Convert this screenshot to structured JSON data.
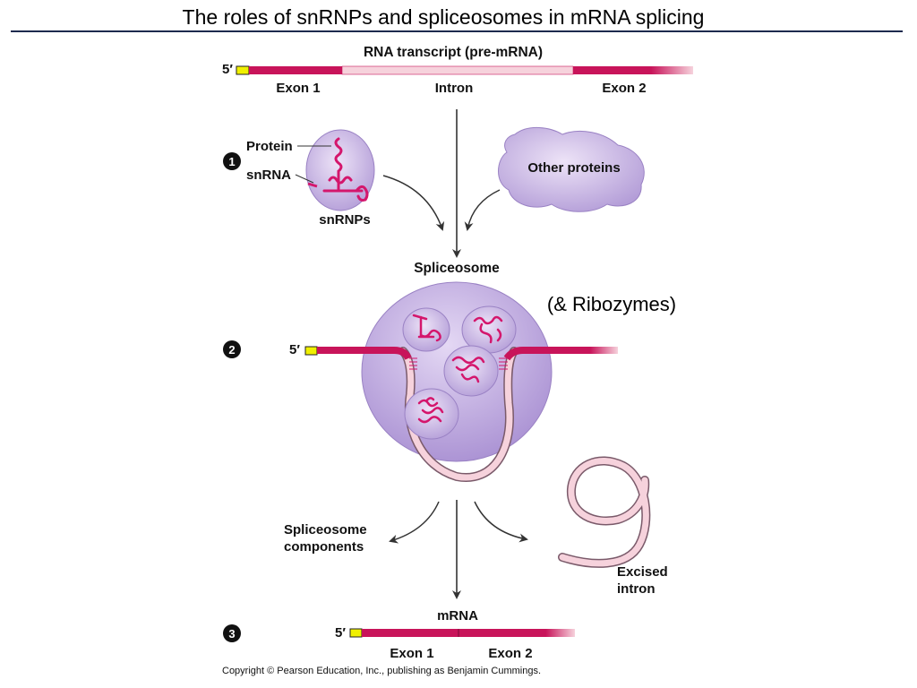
{
  "slide": {
    "title": "The roles of snRNPs and spliceosomes in mRNA splicing"
  },
  "diagram": {
    "pre_mrna_title": "RNA transcript (pre-mRNA)",
    "five_prime": "5′",
    "exon1": "Exon 1",
    "intron": "Intron",
    "exon2": "Exon 2",
    "protein": "Protein",
    "snrna": "snRNA",
    "snrnps": "snRNPs",
    "other_proteins": "Other proteins",
    "spliceosome": "Spliceosome",
    "ribozymes_note": "(& Ribozymes)",
    "components_line1": "Spliceosome",
    "components_line2": "components",
    "excised_line1": "Excised",
    "excised_line2": "intron",
    "mrna": "mRNA",
    "steps": [
      "1",
      "2",
      "3"
    ],
    "copyright": "Copyright © Pearson Education, Inc., publishing as Benjamin Cummings."
  },
  "colors": {
    "exon": "#c8145a",
    "intron": "#f6d2dc",
    "five_prime_cap": "#f0f000",
    "snrnp_fill": "#c7b2e0",
    "spliceosome_fill": "#bba6dc",
    "arrow": "#333333",
    "title_rule": "#1d2a4e"
  }
}
